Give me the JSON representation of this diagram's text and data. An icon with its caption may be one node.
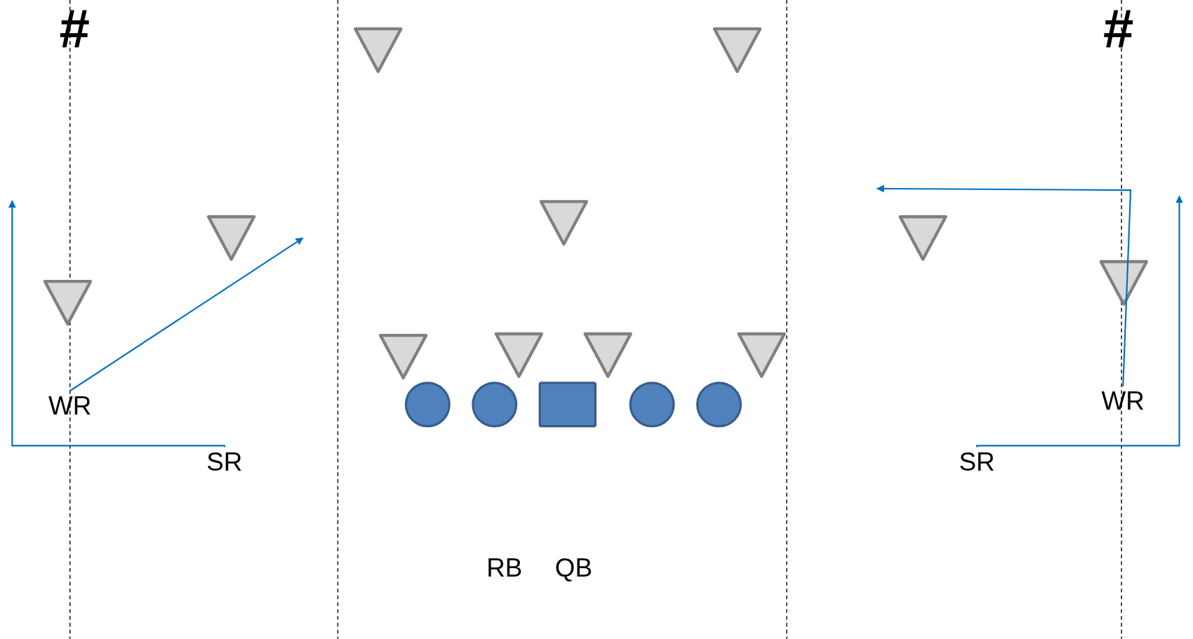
{
  "diagram": {
    "nodes": [
      {
        "text": [],
        "shape": "triangle"
      },
      {
        "text": [],
        "shape": "triangle"
      },
      {
        "text": [],
        "shape": "triangle"
      },
      {
        "text": [],
        "shape": "triangle"
      },
      {
        "text": [],
        "shape": "triangle"
      },
      {
        "text": [],
        "shape": "triangle"
      },
      {
        "text": [],
        "shape": "triangle"
      },
      {
        "text": [],
        "shape": "triangle"
      },
      {
        "text": [],
        "shape": "triangle"
      },
      {
        "text": [],
        "shape": "triangle"
      },
      {
        "text": [],
        "shape": "triangle"
      },
      {
        "text": [],
        "shape": "circle"
      },
      {
        "text": [],
        "shape": "circle"
      },
      {
        "text": [],
        "shape": "box"
      },
      {
        "text": [],
        "shape": "circle"
      },
      {
        "text": [],
        "shape": "circle"
      },
      {
        "text": [
          "WR"
        ]
      },
      {
        "text": [
          "WR"
        ]
      },
      {
        "text": [
          "SR"
        ]
      },
      {
        "text": [
          "SR"
        ]
      }
    ],
    "edges": [
      {
        "from": 16,
        "to": null,
        "arrow": "to"
      },
      {
        "from": 18,
        "to": null,
        "arrow": "to"
      },
      {
        "from": 17,
        "to": null,
        "arrow": "to"
      },
      {
        "from": 19,
        "to": null,
        "arrow": "to"
      }
    ],
    "labels": [
      "#",
      "#",
      "RB",
      "QB"
    ]
  }
}
